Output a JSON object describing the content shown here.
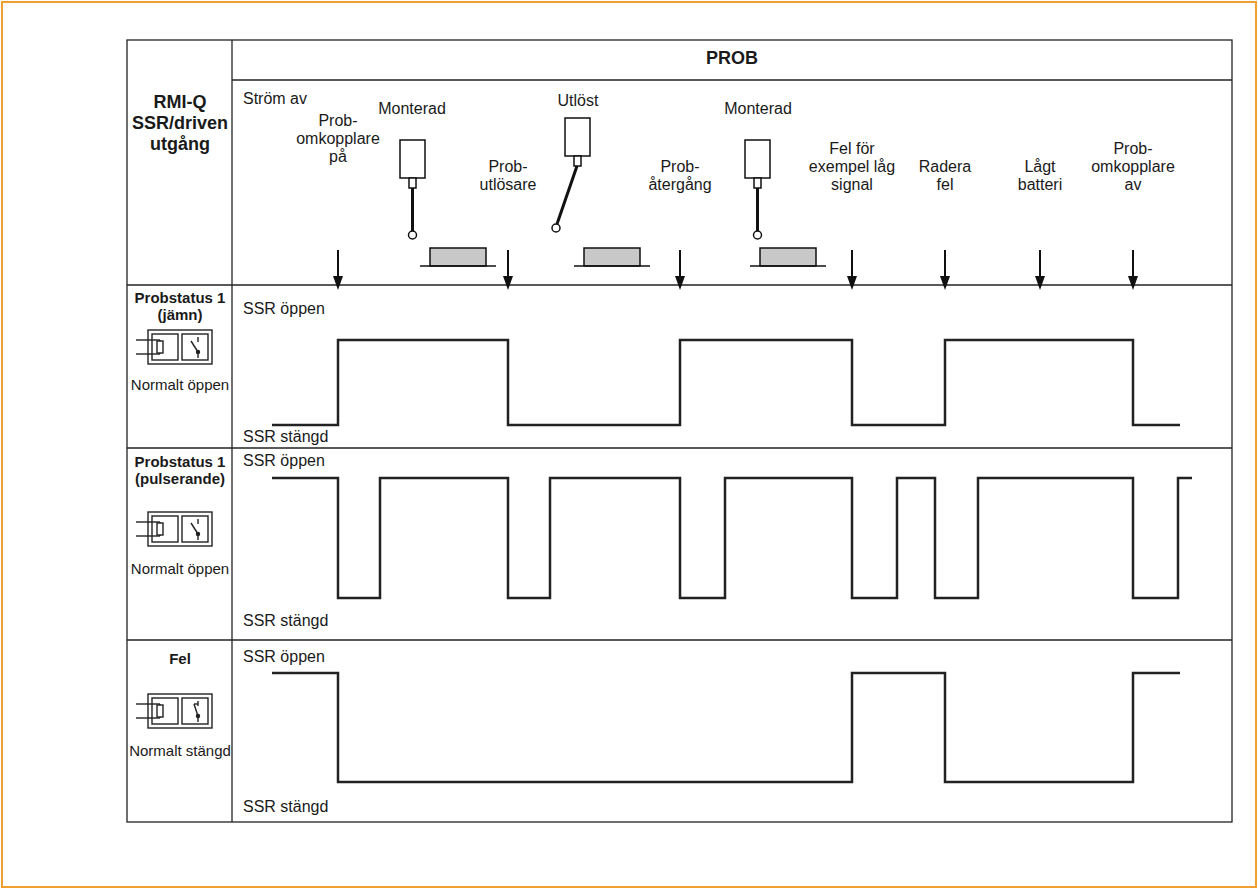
{
  "diagram": {
    "labels": [
      "RMI-Q SSR/driven utgång",
      "PROB",
      "Ström av",
      "Monterad",
      "Prob- omkopplare på",
      "Prob- utlösare",
      "Utlöst",
      "Prob- återgång",
      "Monterad",
      "Fel för exempel låg signal",
      "Radera fel",
      "Lågt batteri",
      "Prob- omkopplare av",
      "Probstatus 1 (jämn)",
      "Normalt öppen",
      "SSR öppen",
      "SSR stängd",
      "Probstatus 1 (pulserande)",
      "Normalt öppen",
      "SSR öppen",
      "SSR stängd",
      "Fel",
      "Normalt stängd",
      "SSR öppen",
      "SSR stängd"
    ]
  }
}
